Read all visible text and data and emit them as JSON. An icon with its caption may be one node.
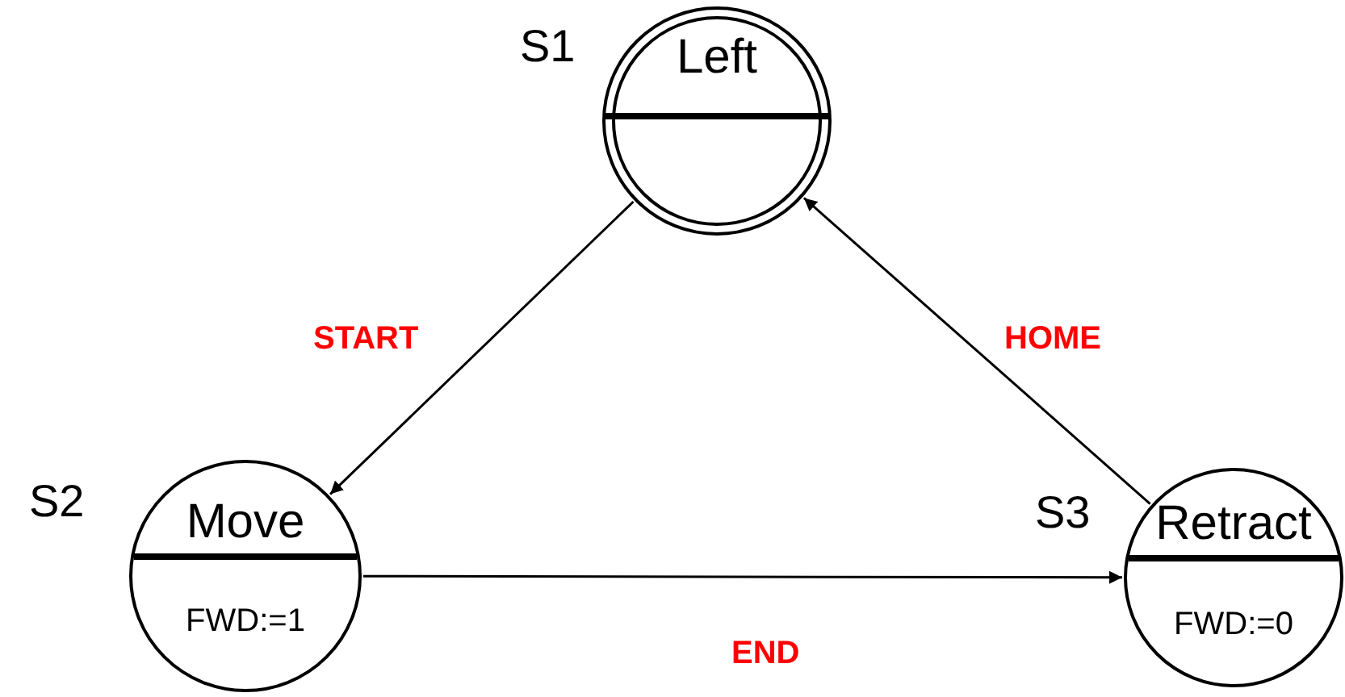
{
  "diagram": {
    "nodes": [
      {
        "text": [
          "Left"
        ],
        "beside": [
          "S1"
        ]
      },
      {
        "text": [
          "Move",
          "FWD:=1"
        ],
        "beside": [
          "S2"
        ]
      },
      {
        "text": [
          "Retract",
          "FWD:=0"
        ],
        "beside": [
          "S3"
        ]
      }
    ],
    "edges": [
      {
        "from": 0,
        "to": 1,
        "arrow": "to",
        "label": "START"
      },
      {
        "from": 1,
        "to": 2,
        "arrow": "to",
        "label": "END"
      },
      {
        "from": 2,
        "to": 0,
        "arrow": "to",
        "label": "HOME"
      }
    ]
  }
}
